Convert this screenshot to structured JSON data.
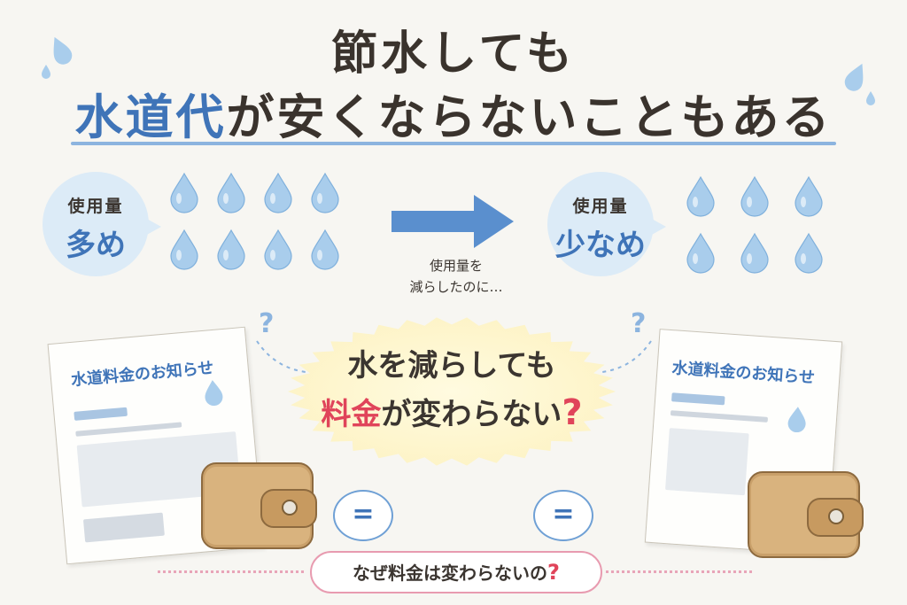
{
  "title": {
    "line1": "節水しても",
    "line2_blue": "水道代",
    "line2_rest": "が安くならないこともある"
  },
  "left_bubble": {
    "small": "使用量",
    "big": "多め"
  },
  "right_bubble": {
    "small": "使用量",
    "big": "少なめ"
  },
  "arrow_label": {
    "line1": "使用量を",
    "line2": "減らしたのに…"
  },
  "center": {
    "line1": "水を減らしても",
    "line2_red": "料金",
    "line2_rest": "が変わらない",
    "line2_q": "?"
  },
  "question_mark": "?",
  "bill_left": {
    "title": "水道料金のお知らせ"
  },
  "bill_right": {
    "title": "水道料金のお知らせ"
  },
  "equal_symbol": "=",
  "bottom": {
    "text": "なぜ料金は変わらないの",
    "q": "?"
  },
  "colors": {
    "blue": "#3f74b8",
    "red": "#e0445a",
    "drop": "#a9cdec"
  },
  "drops": {
    "left_count": 8,
    "right_count": 6
  }
}
